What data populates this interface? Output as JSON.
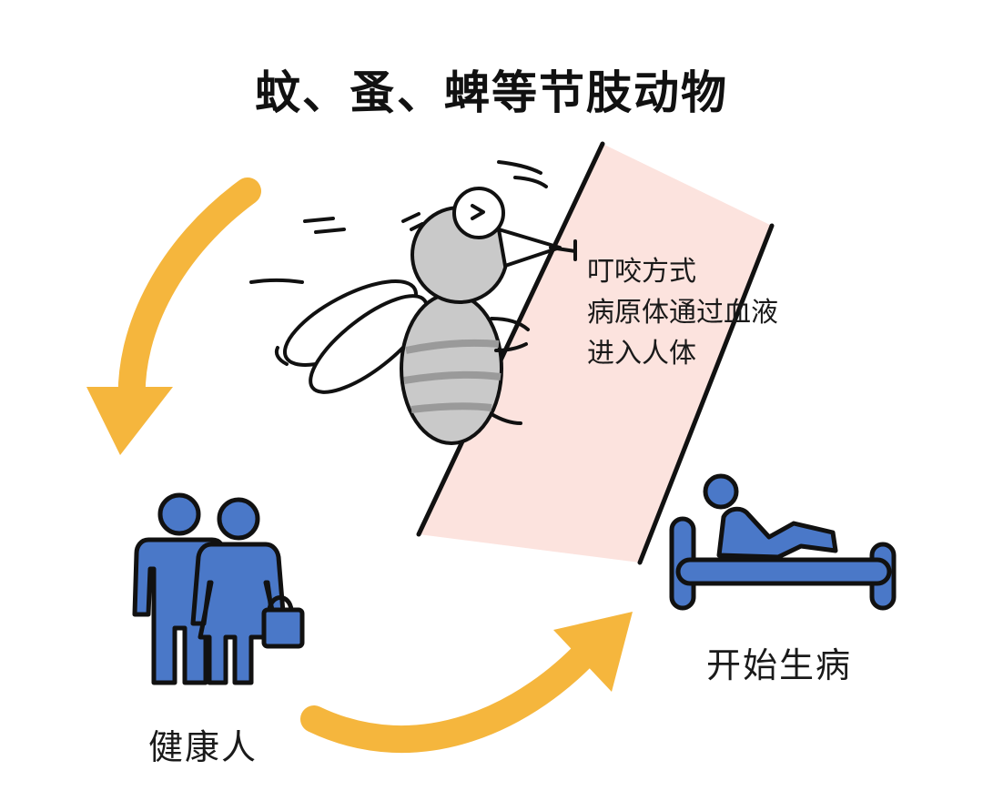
{
  "title": "蚊、蚤、蜱等节肢动物",
  "bite_note": {
    "line1": "叮咬方式",
    "line2": "病原体通过血液",
    "line3": "进入人体"
  },
  "labels": {
    "sick": "开始生病",
    "healthy": "健康人"
  },
  "colors": {
    "arrow": "#F5B63D",
    "people": "#4A78C8",
    "skin": "#FCE3DE",
    "mosquito_body": "#C9C9C9"
  }
}
